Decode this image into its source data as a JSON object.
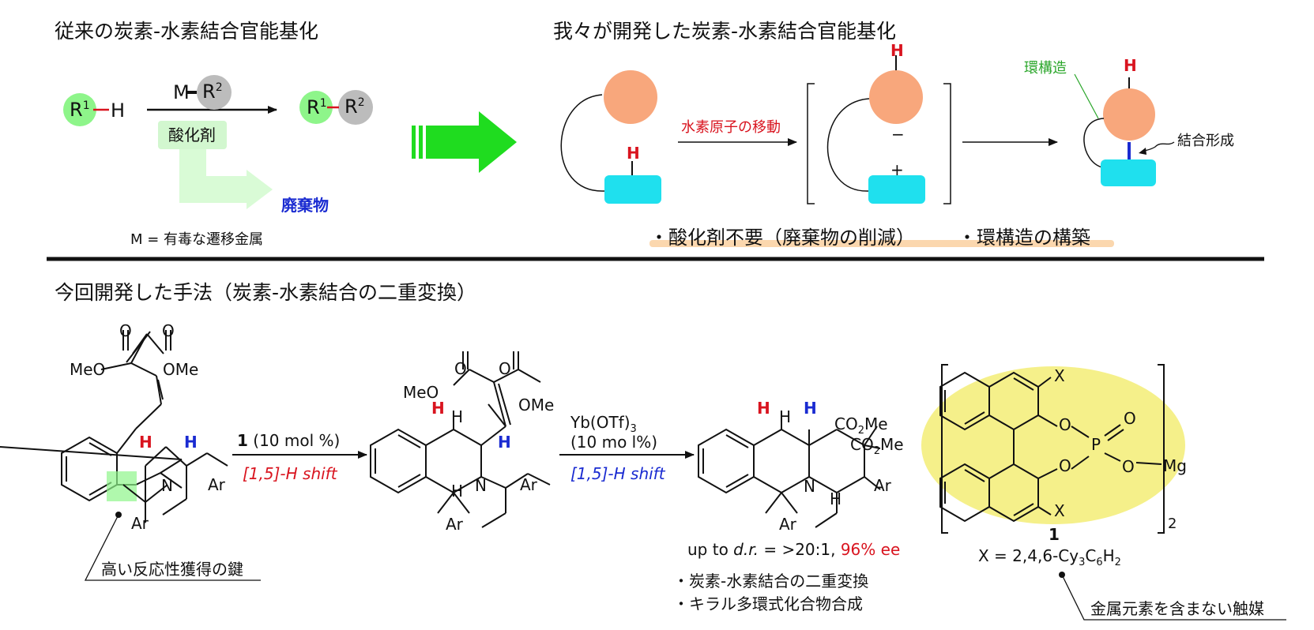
{
  "top_left": {
    "title": "従来の炭素-水素結合官能基化",
    "r1": "R",
    "r1_sup": "1",
    "h": "H",
    "reagent_m": "M",
    "r2": "R",
    "r2_sup": "2",
    "oxidant": "酸化剤",
    "waste": "廃棄物",
    "note": "M = 有毒な遷移金属"
  },
  "top_right": {
    "title": "我々が開発した炭素-水素結合官能基化",
    "h_top": "H",
    "h_mid": "H",
    "h_final": "H",
    "transfer": "水素原子の移動",
    "minus": "−",
    "plus": "+",
    "ring": "環構造",
    "bond": "結合形成",
    "bullet1": "・酸化剤不要（廃棄物の削減）",
    "bullet2": "・環構造の構築"
  },
  "bottom": {
    "title": "今回開発した手法（炭素-水素結合の二重変換）",
    "sm": {
      "O1": "O",
      "O2": "O",
      "MeO": "MeO",
      "OMe": "OMe",
      "H_red": "H",
      "H_blue": "H",
      "N": "N",
      "Ar1": "Ar",
      "Ar2": "Ar",
      "key": "高い反応性獲得の鍵"
    },
    "step1": {
      "cat_num": "1",
      "cat_text": "(10 mol %)",
      "shift": "[1,5]-H shift"
    },
    "int": {
      "O1": "O",
      "O2": "O",
      "MeO": "MeO",
      "OMe": "OMe",
      "H_red": "H",
      "H_black1": "H",
      "H_black2": "H",
      "H_blue": "H",
      "N": "N",
      "Ar1": "Ar",
      "Ar2": "Ar"
    },
    "step2": {
      "reagent_a": "Yb(OTf)",
      "reagent_sub": "3",
      "loading": "(10 mo l%)",
      "shift": "[1,5]-H shift"
    },
    "prod": {
      "H_red": "H",
      "H_black1": "H",
      "H_blue": "H",
      "H_black2": "H",
      "CO2Me_1a": "CO",
      "CO2Me_1b": "2",
      "CO2Me_1c": "Me",
      "CO2Me_2a": "CO",
      "CO2Me_2b": "2",
      "CO2Me_2c": "Me",
      "N": "N",
      "Ar1": "Ar",
      "Ar2": "Ar",
      "sel_a": "up to ",
      "sel_dr": "d.r.",
      "sel_b": " = >20:1, ",
      "sel_ee": "96% ee",
      "bullet1": "・炭素-水素結合の二重変換",
      "bullet2": "・キラル多環式化合物合成"
    },
    "catalyst": {
      "X_top": "X",
      "X_bot": "X",
      "O1": "O",
      "O2": "O",
      "O3": "O",
      "O4": "O",
      "P": "P",
      "Mg": "Mg",
      "sub2": "2",
      "label": "1",
      "formula_a": "X = 2,4,6-Cy",
      "formula_b": "3",
      "formula_c": "C",
      "formula_d": "6",
      "formula_e": "H",
      "formula_f": "2",
      "note": "金属元素を含まない触媒"
    }
  },
  "colors": {
    "orange": "#f8a77c",
    "cyan": "#1fe0ee",
    "green_circle": "#8ef58a",
    "grey_circle": "#bcbcbc",
    "big_arrow": "#1fdc1f",
    "pale_green": "#d9fbd6",
    "yellow": "#f5f08a",
    "highlight_band": "#fbd7ae"
  }
}
